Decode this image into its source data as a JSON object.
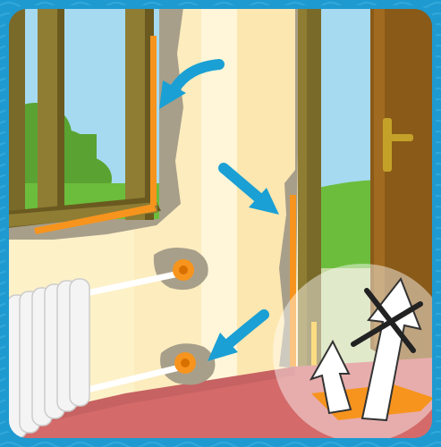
{
  "illustration": {
    "theme": "home insulation: air leaks around window frame, door frame and heating pipes",
    "colors": {
      "border": "#1f9ad0",
      "wall": "#fdf1c8",
      "wall_stripe": "#fde7a8",
      "sky": "#a6daf0",
      "grass": "#6cbd3c",
      "tree": "#5aa332",
      "frame_wood": "#7a6a2a",
      "door": "#8a5a18",
      "floor": "#d46a6a",
      "seal_orange": "#f7941d",
      "arrow_blue": "#1aa0d4",
      "plaster_gray": "#a89f8a",
      "radiator": "#f4f4f4",
      "highlight_circle": "#ffffff"
    },
    "icons": [
      "window",
      "door",
      "door-handle",
      "radiator",
      "pipe",
      "leak-arrow",
      "airflow-arrow",
      "crossed-out-arrow",
      "floor-mat"
    ]
  }
}
